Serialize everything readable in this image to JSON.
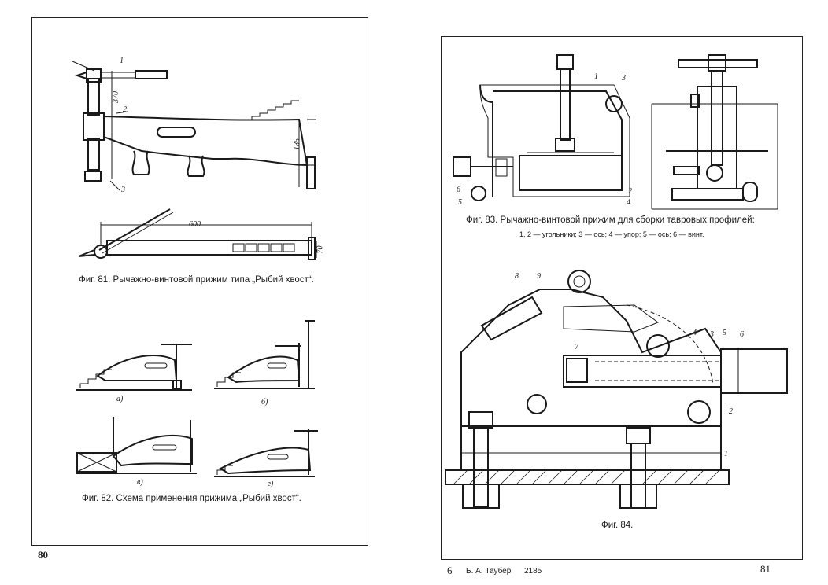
{
  "left_page": {
    "page_number": "80",
    "fig81_caption": "Фиг. 81. Рычажно-винтовой прижим типа „Рыбий хвост“.",
    "fig81_dims": {
      "height": "370",
      "depth": "185",
      "length": "600",
      "width": "70"
    },
    "fig81_callouts": [
      "1",
      "2",
      "3"
    ],
    "fig82_sub_labels": [
      "а)",
      "б)",
      "в)",
      "г)"
    ],
    "fig82_caption": "Фиг. 82. Схема применения прижима „Рыбий хвост“."
  },
  "right_page": {
    "page_number": "81",
    "signature_mark": "6",
    "signature_text": "Б. А. Таубер",
    "signature_code": "2185",
    "fig83_caption": "Фиг. 83. Рычажно-винтовой прижим для сборки тавровых профилей:",
    "fig83_legend": "1, 2 — угольники; 3 — ось; 4 — упор; 5 — ось; 6 — винт.",
    "fig83_callouts": [
      "1",
      "2",
      "3",
      "4",
      "5",
      "6"
    ],
    "fig84_caption": "Фиг. 84.",
    "fig84_callouts": [
      "1",
      "2",
      "3",
      "4",
      "5",
      "6",
      "7",
      "8",
      "9"
    ]
  }
}
